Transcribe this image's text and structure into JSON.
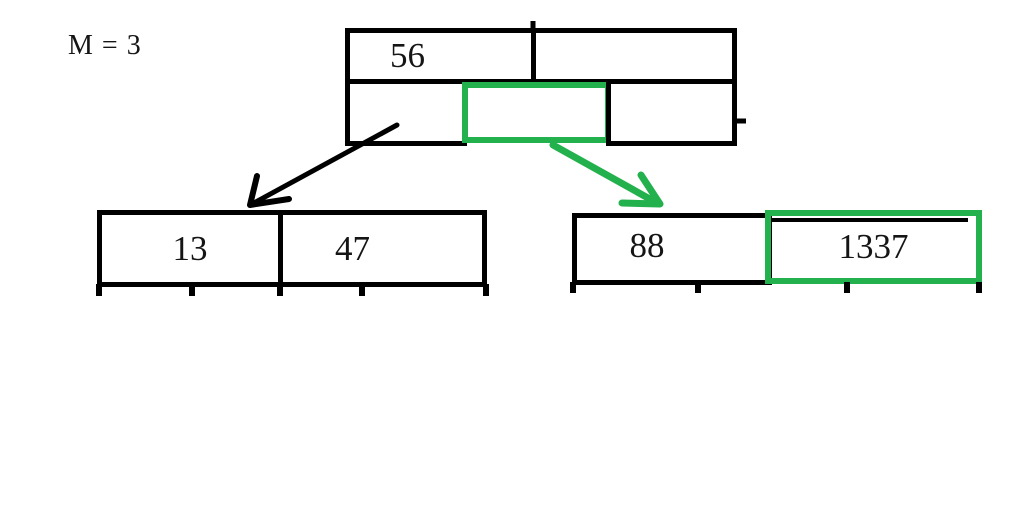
{
  "label": {
    "text": "M = 3"
  },
  "colors": {
    "line": "#000000",
    "highlight": "#22B14C"
  },
  "root_node": {
    "key_cells": [
      {
        "value": "56",
        "highlighted": false
      },
      {
        "value": "",
        "highlighted": false
      }
    ],
    "pointer_cells": [
      {
        "value": "",
        "highlighted": false
      },
      {
        "value": "",
        "highlighted": true
      },
      {
        "value": "",
        "highlighted": false
      }
    ]
  },
  "left_child_node": {
    "key_cells": [
      {
        "value": "13",
        "highlighted": false
      },
      {
        "value": "47",
        "highlighted": false
      }
    ]
  },
  "right_child_node": {
    "key_cells": [
      {
        "value": "88",
        "highlighted": false
      },
      {
        "value": "1337",
        "highlighted": true
      }
    ]
  },
  "arrows": [
    {
      "name": "root-to-left-child-arrow",
      "color": "#000000"
    },
    {
      "name": "highlighted-pointer-to-right-child-arrow",
      "color": "#22B14C"
    }
  ]
}
